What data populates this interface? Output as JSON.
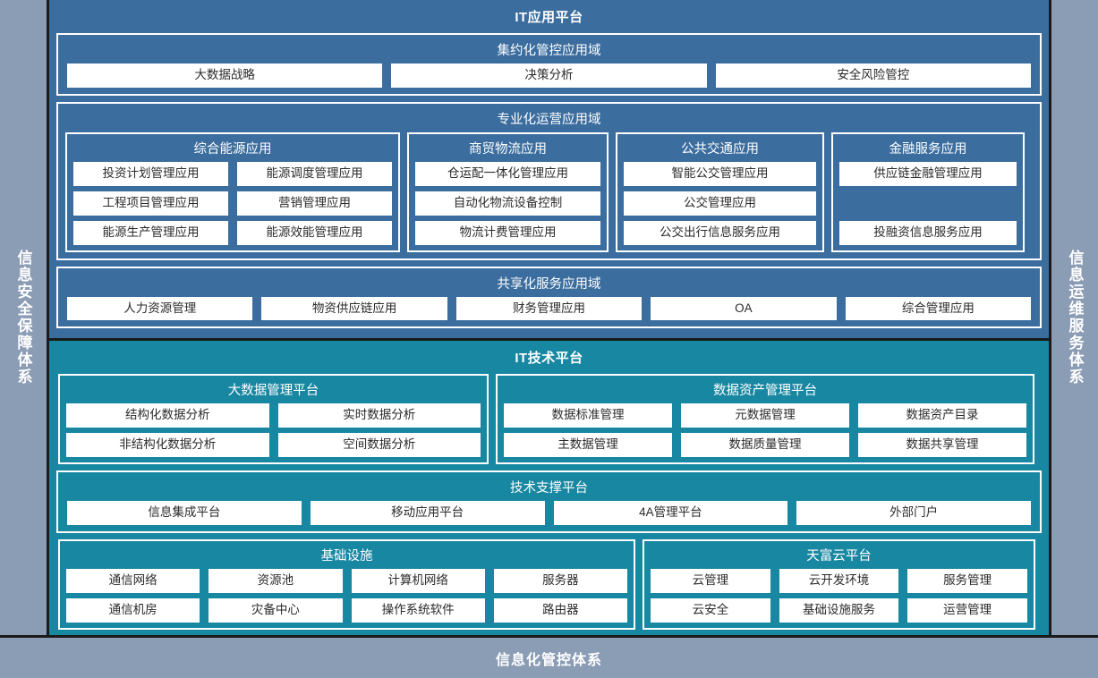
{
  "rails": {
    "left": "信息安全保障体系",
    "right": "信息运维服务体系"
  },
  "bottom_bar": {
    "label": "信息化管控体系"
  },
  "app_platform": {
    "title": "IT应用平台",
    "domains": [
      {
        "title": "集约化管控应用域",
        "items": [
          "大数据战略",
          "决策分析",
          "安全风险管控"
        ]
      },
      {
        "title": "专业化运营应用域",
        "groups": [
          {
            "title": "综合能源应用",
            "rows": [
              [
                "投资计划管理应用",
                "能源调度管理应用"
              ],
              [
                "工程项目管理应用",
                "营销管理应用"
              ],
              [
                "能源生产管理应用",
                "能源效能管理应用"
              ]
            ]
          },
          {
            "title": "商贸物流应用",
            "rows": [
              [
                "仓运配一体化管理应用"
              ],
              [
                "自动化物流设备控制"
              ],
              [
                "物流计费管理应用"
              ]
            ]
          },
          {
            "title": "公共交通应用",
            "rows": [
              [
                "智能公交管理应用"
              ],
              [
                "公交管理应用"
              ],
              [
                "公交出行信息服务应用"
              ]
            ]
          },
          {
            "title": "金融服务应用",
            "rows": [
              [
                "供应链金融管理应用"
              ],
              [
                ""
              ],
              [
                "投融资信息服务应用"
              ]
            ]
          }
        ]
      },
      {
        "title": "共享化服务应用域",
        "items": [
          "人力资源管理",
          "物资供应链应用",
          "财务管理应用",
          "OA",
          "综合管理应用"
        ]
      }
    ]
  },
  "tech_platform": {
    "title": "IT技术平台",
    "groups_row1": [
      {
        "title": "大数据管理平台",
        "rows": [
          [
            "结构化数据分析",
            "实时数据分析"
          ],
          [
            "非结构化数据分析",
            "空间数据分析"
          ]
        ]
      },
      {
        "title": "数据资产管理平台",
        "rows": [
          [
            "数据标准管理",
            "元数据管理",
            "数据资产目录"
          ],
          [
            "主数据管理",
            "数据质量管理",
            "数据共享管理"
          ]
        ]
      }
    ],
    "support": {
      "title": "技术支撑平台",
      "items": [
        "信息集成平台",
        "移动应用平台",
        "4A管理平台",
        "外部门户"
      ]
    },
    "groups_row2": [
      {
        "title": "基础设施",
        "rows": [
          [
            "通信网络",
            "资源池",
            "计算机网络",
            "服务器"
          ],
          [
            "通信机房",
            "灾备中心",
            "操作系统软件",
            "路由器"
          ]
        ]
      },
      {
        "title": "天富云平台",
        "rows": [
          [
            "云管理",
            "云开发环境",
            "服务管理"
          ],
          [
            "云安全",
            "基础设施服务",
            "运营管理"
          ]
        ]
      }
    ]
  },
  "colors": {
    "app_blue": "#3b6d9e",
    "tech_teal": "#1887a2",
    "rail_gray": "#8b9cb5",
    "frame_white": "#ffffff",
    "divider_dark": "#1a1a1a"
  }
}
